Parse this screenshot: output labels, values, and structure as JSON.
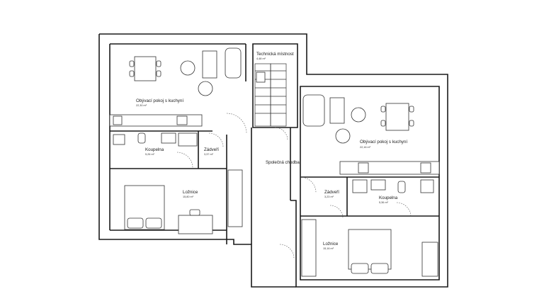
{
  "rooms": {
    "living_left": {
      "name": "Obývací pokoj s kuchyní",
      "area": "22,30 m²"
    },
    "tech": {
      "name": "Technická místnost",
      "area": "4,48 m²"
    },
    "living_right": {
      "name": "Obývací pokoj s kuchyní",
      "area": "22,16 m²"
    },
    "bath_left": {
      "name": "Koupelna",
      "area": "5,26 m²"
    },
    "hall_left": {
      "name": "Zádveří",
      "area": "3,37 m²"
    },
    "corridor": {
      "name": "Společná chodba",
      "area": ""
    },
    "hall_right": {
      "name": "Zádveří",
      "area": "3,23 m²"
    },
    "bath_right": {
      "name": "Koupelna",
      "area": "5,36 m²"
    },
    "bed_left": {
      "name": "Ložnice",
      "area": "15,80 m²"
    },
    "bed_right": {
      "name": "Ložnice",
      "area": "15,16 m²"
    }
  }
}
